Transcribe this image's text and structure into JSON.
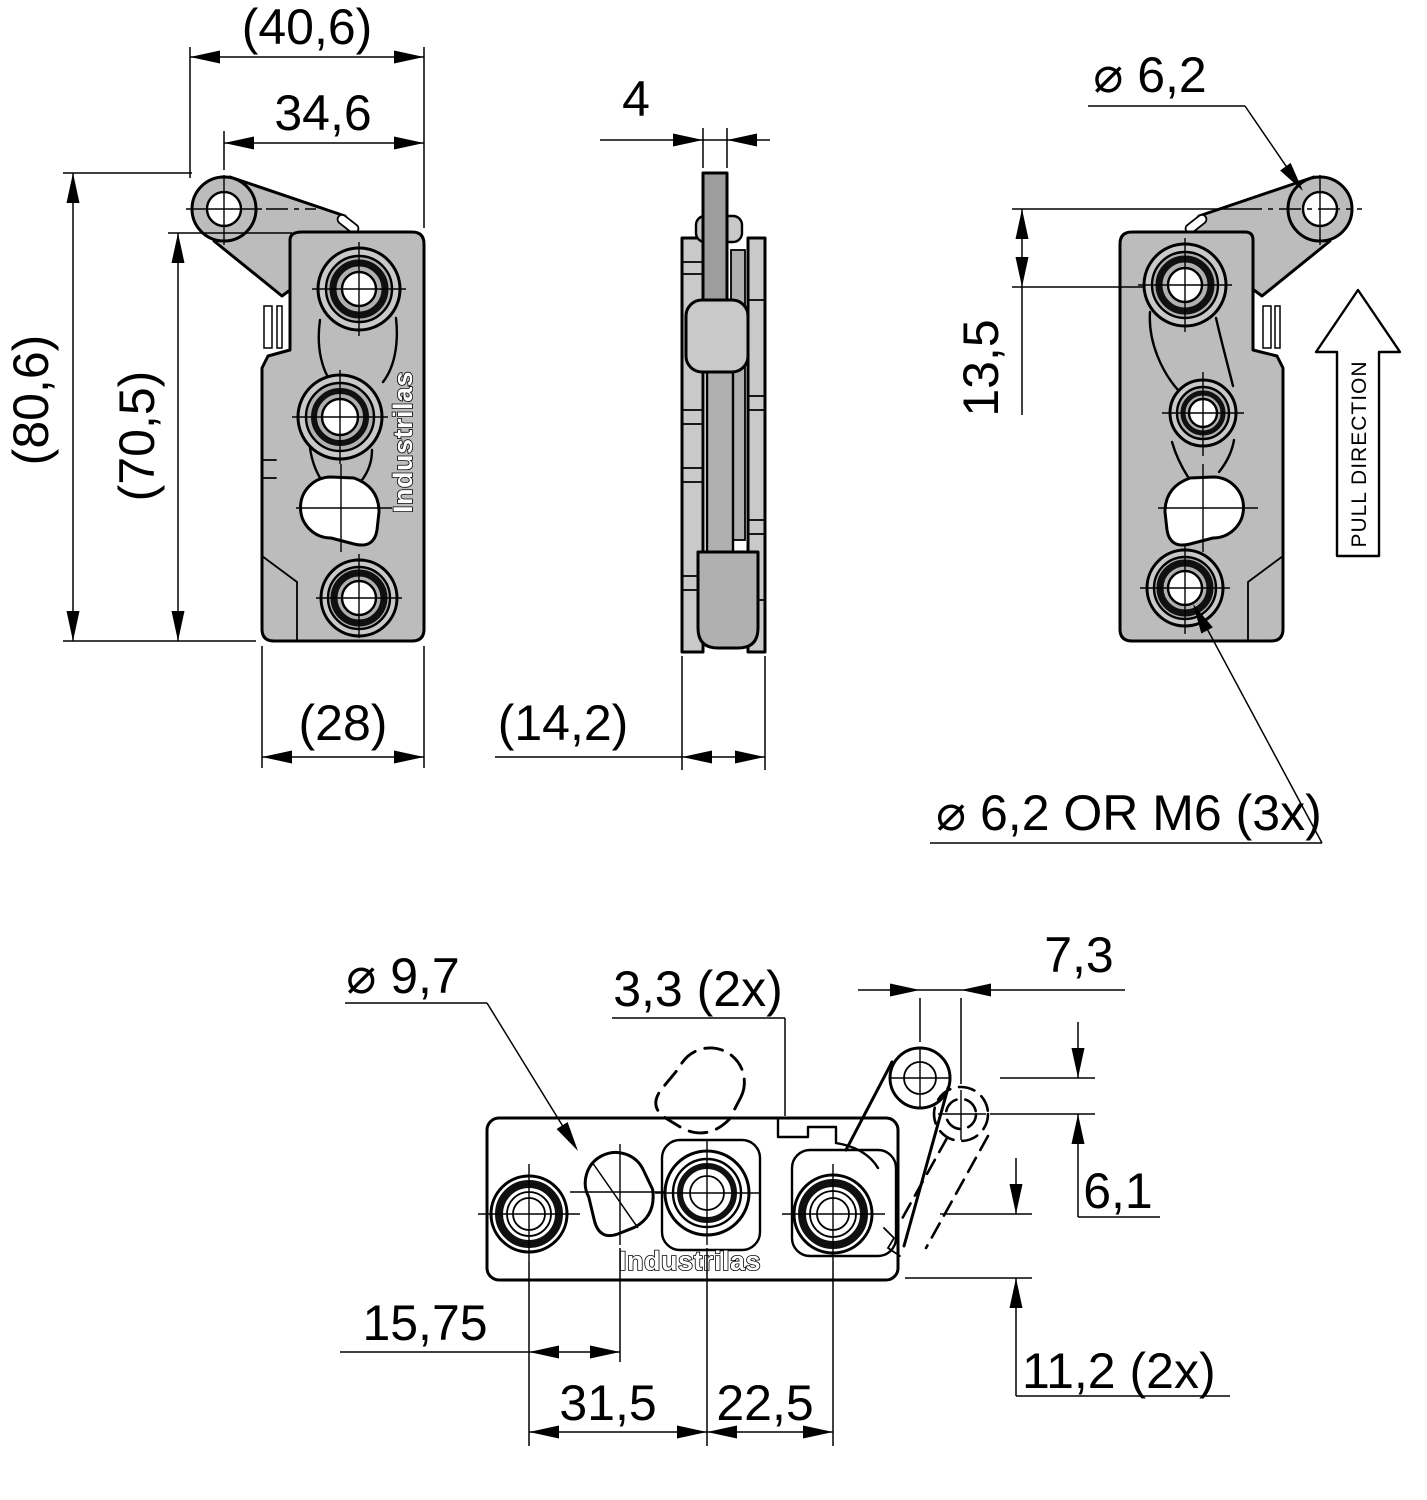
{
  "brand": {
    "logo": "Industrilas"
  },
  "labels": {
    "pull_direction": "PULL DIRECTION"
  },
  "dims": {
    "front_overall_width": "(40,6)",
    "front_hole_to_edge": "34,6",
    "front_overall_height": "(80,6)",
    "front_body_height": "(70,5)",
    "front_body_width": "(28)",
    "side_lever_thickness": "4",
    "side_depth": "(14,2)",
    "rear_lever_hole_dia": "⌀ 6,2",
    "rear_lever_hole_offset": "13,5",
    "rear_mount_holes": "⌀ 6,2 OR M6 (3x)",
    "bottom_keyhole_dia": "⌀ 9,7",
    "bottom_slot_width": "3,3 (2x)",
    "bottom_lever_offset_x": "7,3",
    "bottom_lever_offset_y": "6,1",
    "bottom_keyhole_offset": "15,75",
    "bottom_hole_pitch_left": "31,5",
    "bottom_hole_pitch_right": "22,5",
    "bottom_hole_edge_offset": "11,2 (2x)"
  }
}
